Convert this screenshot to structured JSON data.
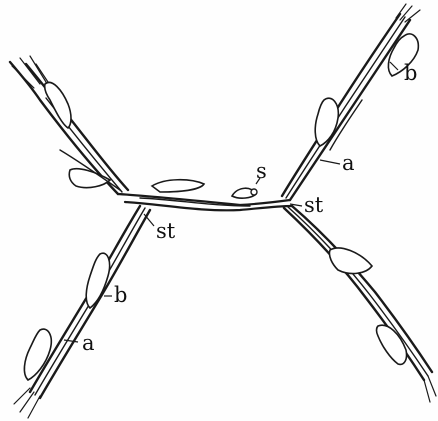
{
  "figure": {
    "labels": {
      "top_right_b": "b",
      "top_right_a": "a",
      "center_s": "s",
      "right_st": "st",
      "left_st": "st",
      "bottom_left_b": "b",
      "bottom_left_a": "a"
    }
  }
}
